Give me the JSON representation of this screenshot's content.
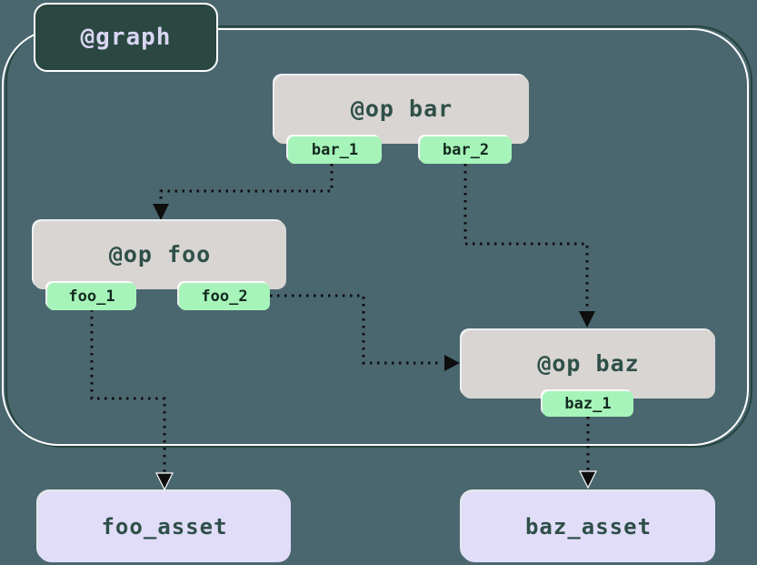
{
  "graph": {
    "label": "@graph"
  },
  "ops": [
    {
      "id": "bar",
      "label": "@op bar",
      "outputs": [
        "bar_1",
        "bar_2"
      ]
    },
    {
      "id": "foo",
      "label": "@op foo",
      "outputs": [
        "foo_1",
        "foo_2"
      ]
    },
    {
      "id": "baz",
      "label": "@op baz",
      "outputs": [
        "baz_1"
      ]
    }
  ],
  "assets": [
    {
      "label": "foo_asset"
    },
    {
      "label": "baz_asset"
    }
  ],
  "edges": [
    {
      "from": "bar_1",
      "to": "op foo"
    },
    {
      "from": "bar_2",
      "to": "op baz"
    },
    {
      "from": "foo_2",
      "to": "op baz"
    },
    {
      "from": "foo_1",
      "to": "foo_asset"
    },
    {
      "from": "baz_1",
      "to": "baz_asset"
    }
  ],
  "theme": {
    "bg": "#4A6770",
    "outline_dark": "#26443D",
    "outline_light": "#FFFFFF",
    "badge_fill": "#2B4742",
    "badge_text": "#D9D6F3",
    "op_fill": "#D8D5D2",
    "op_text": "#2F5049",
    "tab_fill": "#A6F4B9",
    "tab_text": "#13291F",
    "asset_fill": "#E1DDF9",
    "asset_text": "#2E4F48",
    "edge": "#0E0E0E"
  }
}
